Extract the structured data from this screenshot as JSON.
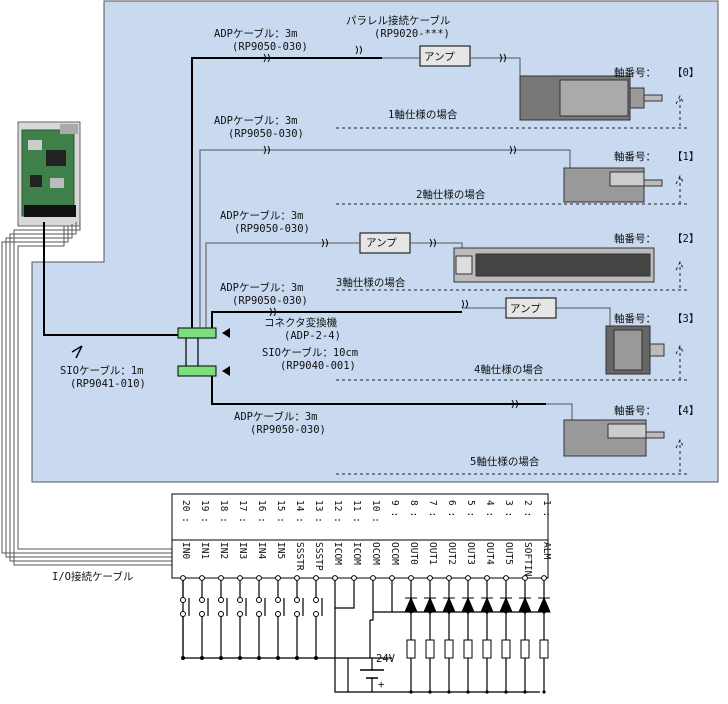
{
  "colors": {
    "panel": "#c9daf0",
    "terminal_green": "#7be07b",
    "amp": "#e6e6e6"
  },
  "axes": [
    {
      "label": "1軸仕様の場合",
      "axis_no_label": "軸番号：",
      "axis_no": "【0】",
      "cable_label": "ADPケーブル：3m",
      "cable_code": "(RP9050-030)"
    },
    {
      "label": "2軸仕様の場合",
      "axis_no_label": "軸番号：",
      "axis_no": "【1】",
      "cable_label": "ADPケーブル：3m",
      "cable_code": "(RP9050-030)"
    },
    {
      "label": "3軸仕様の場合",
      "axis_no_label": "軸番号：",
      "axis_no": "【2】",
      "cable_label": "ADPケーブル：3m",
      "cable_code": "(RP9050-030)"
    },
    {
      "label": "4軸仕様の場合",
      "axis_no_label": "軸番号：",
      "axis_no": "【3】",
      "cable_label": "ADPケーブル：3m",
      "cable_code": "(RP9050-030)"
    },
    {
      "label": "5軸仕様の場合",
      "axis_no_label": "軸番号：",
      "axis_no": "【4】",
      "cable_label": "ADPケーブル：3m",
      "cable_code": "(RP9050-030)"
    }
  ],
  "parallel_cable": {
    "label": "パラレル接続ケーブル",
    "code": "(RP9020-***)"
  },
  "amp_label": "アンプ",
  "converter": {
    "label": "コネクタ変換機",
    "code": "(ADP-2-4)"
  },
  "sio_cable_short": {
    "label": "SIOケーブル：10cm",
    "code": "(RP9040-001)"
  },
  "sio_cable_long": {
    "label": "SIOケーブル：1m",
    "code": "(RP9041-010)"
  },
  "io_cable_label": "I/O接続ケーブル",
  "terminal_pins": [
    {
      "num": "20",
      "sig": "IN0"
    },
    {
      "num": "19",
      "sig": "IN1"
    },
    {
      "num": "18",
      "sig": "IN2"
    },
    {
      "num": "17",
      "sig": "IN3"
    },
    {
      "num": "16",
      "sig": "IN4"
    },
    {
      "num": "15",
      "sig": "IN5"
    },
    {
      "num": "14",
      "sig": "SSSTR"
    },
    {
      "num": "13",
      "sig": "SSSTP"
    },
    {
      "num": "12",
      "sig": "ICOM"
    },
    {
      "num": "11",
      "sig": "ICOM"
    },
    {
      "num": "10",
      "sig": "OCOM"
    },
    {
      "num": "9",
      "sig": "OCOM"
    },
    {
      "num": "8",
      "sig": "OUT0"
    },
    {
      "num": "7",
      "sig": "OUT1"
    },
    {
      "num": "6",
      "sig": "OUT2"
    },
    {
      "num": "5",
      "sig": "OUT3"
    },
    {
      "num": "4",
      "sig": "OUT4"
    },
    {
      "num": "3",
      "sig": "OUT5"
    },
    {
      "num": "2",
      "sig": "SOFTIN"
    },
    {
      "num": "1",
      "sig": "ALM"
    }
  ],
  "power_label": "24V",
  "power_plus": "+"
}
